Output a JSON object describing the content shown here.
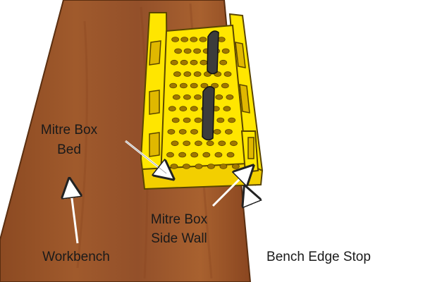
{
  "diagram": {
    "labels": {
      "bed_line1": "Mitre Box",
      "bed_line2": "Bed",
      "wall_line1": "Mitre Box",
      "wall_line2": "Side Wall",
      "stop": "Bench Edge Stop",
      "workbench": "Workbench"
    },
    "colors": {
      "wood": "#9a5226",
      "wood_dark": "#7e3f18",
      "yellow": "#ffe600",
      "yellow_dark": "#e0b800",
      "hole": "#a07800",
      "peg": "#3c3c3c",
      "arrow": "#ffffff"
    },
    "icons": [
      "mitre-box-illustration",
      "peg-icon",
      "arrow-icon"
    ]
  }
}
